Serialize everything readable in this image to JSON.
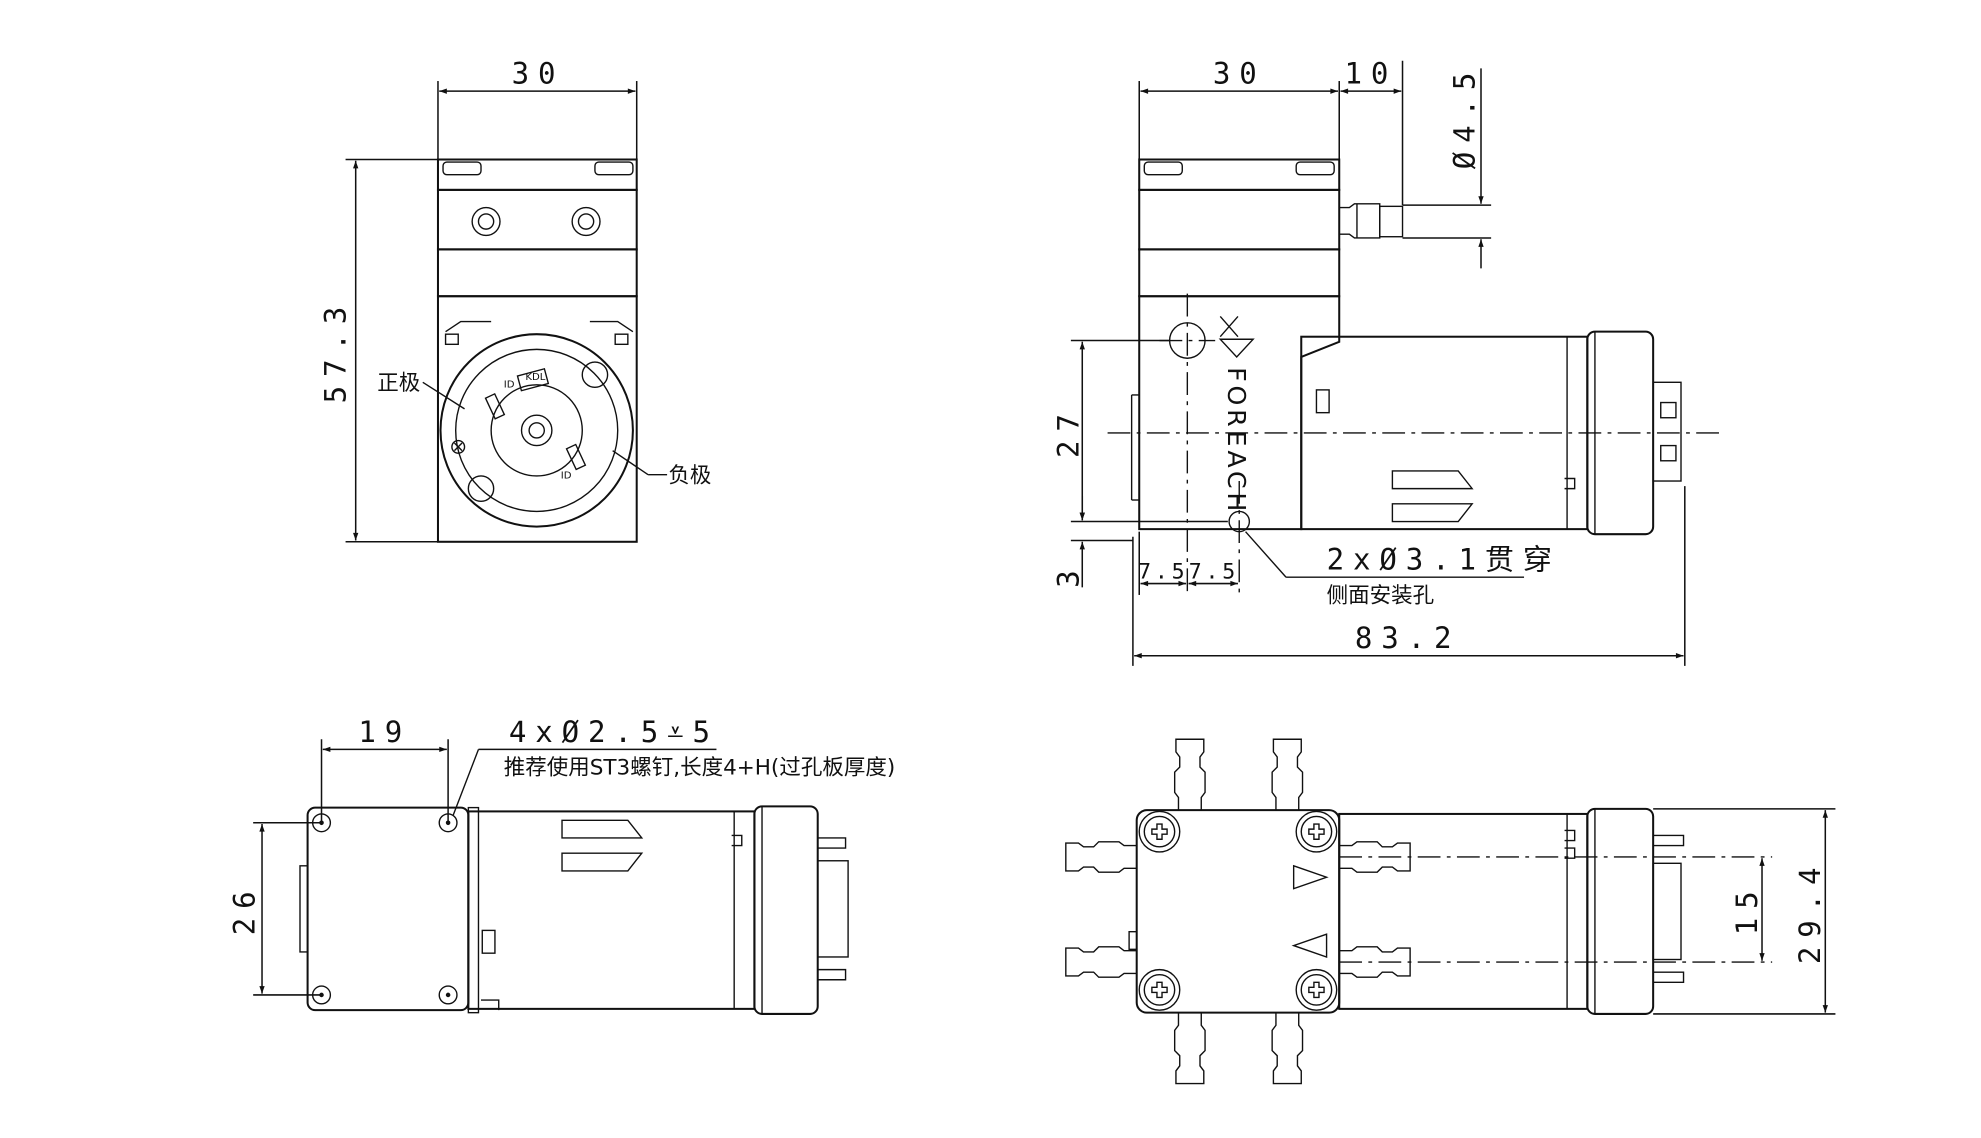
{
  "front_view": {
    "width_dim": "30",
    "height_dim": "57.3",
    "positive_label": "正极",
    "negative_label": "负极",
    "pole_mark_a": "ID",
    "pole_mark_b": "ID",
    "motor_mark": "KDL"
  },
  "side_view": {
    "width_dim": "30",
    "port_offset_dim": "10",
    "port_diameter_dim": "Ø4.5",
    "hole_height_dim": "27",
    "hole_bottom_dim": "3",
    "hole_spacing_a": "7.5",
    "hole_spacing_b": "7.5",
    "length_dim": "83.2",
    "hole_note": "2xØ3.1贯穿",
    "hole_note_sub": "侧面安装孔",
    "brand": "FOREACH"
  },
  "bottom_view": {
    "hole_spacing_x": "19",
    "hole_spacing_y": "26",
    "screw_spec": "4xØ2.5⩡5",
    "screw_note": "推荐使用ST3螺钉,长度4+H(过孔板厚度)"
  },
  "top_view": {
    "port_spacing_dim": "15",
    "width_dim": "29.4"
  }
}
